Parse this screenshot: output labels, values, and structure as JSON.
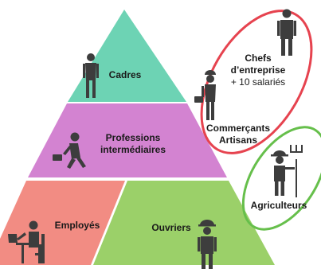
{
  "pyramid": {
    "top": {
      "label": "Cadres",
      "color": "#6dd3b4"
    },
    "middle": {
      "line1": "Professions",
      "line2": "intermédiaires",
      "color": "#d383d1"
    },
    "bottom_left": {
      "label": "Employés",
      "color": "#f28c83"
    },
    "bottom_right": {
      "label": "Ouvriers",
      "color": "#9bd069"
    }
  },
  "outside": {
    "chefs": {
      "line1": "Chefs",
      "line2": "d’entreprise",
      "line3": "+ 10 salariés"
    },
    "commercants": {
      "line1": "Commerçants",
      "line2": "Artisans"
    },
    "agriculteurs": {
      "label": "Agriculteurs"
    }
  },
  "colors": {
    "red_ellipse": "#e6434f",
    "green_ellipse": "#66bf4b",
    "figure": "#3d3d3d"
  },
  "icons": [
    "businesswoman-icon",
    "businessman-icon",
    "walking-worker-icon",
    "office-worker-icon",
    "construction-worker-icon",
    "farmer-icon"
  ]
}
